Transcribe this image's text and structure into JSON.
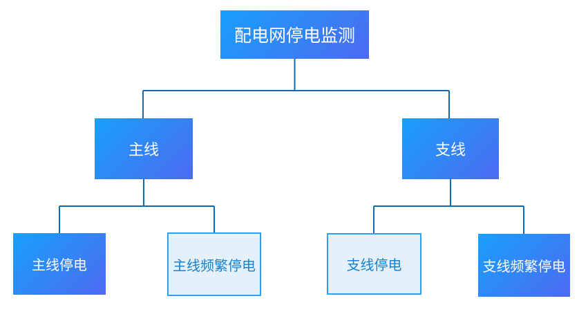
{
  "diagram": {
    "title": "配电网停电监测",
    "root": {
      "label": "配电网停电监测"
    },
    "level1": {
      "main_line": {
        "label": "主线"
      },
      "branch_line": {
        "label": "支线"
      }
    },
    "level2": {
      "main_outage": {
        "label": "主线停电"
      },
      "main_frequent_outage": {
        "label": "主线频繁停电"
      },
      "branch_outage": {
        "label": "支线停电"
      },
      "branch_frequent_outage": {
        "label": "支线频繁停电"
      }
    },
    "colors": {
      "node_gradient_start": "#18a0fc",
      "node_gradient_end": "#4c6af0",
      "node_text": "#ffffff",
      "light_node_bg": "#e4f1fb",
      "light_node_border": "#2e9ff2",
      "light_node_text": "#1582d6",
      "connector": "#0d6ab5"
    }
  }
}
